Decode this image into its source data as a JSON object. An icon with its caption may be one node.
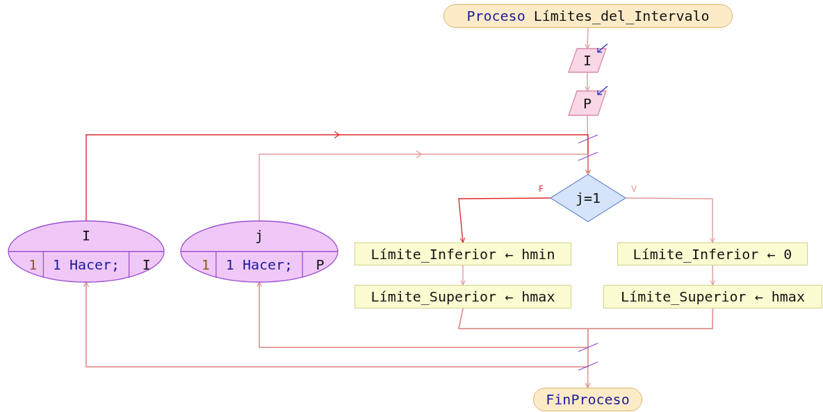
{
  "diagram": {
    "nodes": [
      {
        "text": [
          "Proceso",
          "Límites_del_Intervalo"
        ]
      },
      {
        "text": [
          "I"
        ]
      },
      {
        "text": [
          "P"
        ]
      },
      {
        "text": [
          "j=1"
        ]
      },
      {
        "text": [
          "Límite_Inferior ← hmin"
        ]
      },
      {
        "text": [
          "Límite_Superior ← hmax"
        ]
      },
      {
        "text": [
          "Límite_Inferior ← 0"
        ]
      },
      {
        "text": [
          "Límite_Superior ← hmax"
        ]
      },
      {
        "text": [
          "FinProceso"
        ]
      },
      {
        "text": [
          "I",
          "1",
          "1 Hacer;",
          "I"
        ]
      },
      {
        "text": [
          "j",
          "1",
          "1 Hacer;",
          "P"
        ]
      }
    ],
    "edges": [
      {
        "from": 0,
        "to": 1,
        "arrow": "to"
      },
      {
        "from": 1,
        "to": 2,
        "arrow": "to"
      },
      {
        "from": 2,
        "to": 3,
        "arrow": "to"
      },
      {
        "from": 9,
        "to": 3,
        "arrow": "to",
        "color": "#dd2a2a"
      },
      {
        "from": 10,
        "to": 3,
        "arrow": "to"
      },
      {
        "from": 3,
        "to": 4,
        "arrow": "to",
        "label": "F",
        "color": "#dd2a2a"
      },
      {
        "from": 3,
        "to": 6,
        "arrow": "to",
        "label": "V"
      },
      {
        "from": 4,
        "to": 5,
        "arrow": "to"
      },
      {
        "from": 6,
        "to": 7,
        "arrow": "to"
      },
      {
        "from": 5,
        "to": 8,
        "arrow": "to"
      },
      {
        "from": 7,
        "to": 8,
        "arrow": "to"
      },
      {
        "from": 5,
        "to": 10,
        "arrow": "to"
      },
      {
        "from": 7,
        "to": 10,
        "arrow": "to"
      },
      {
        "from": 5,
        "to": 9,
        "arrow": "to"
      },
      {
        "from": 7,
        "to": 9,
        "arrow": "to"
      }
    ]
  }
}
